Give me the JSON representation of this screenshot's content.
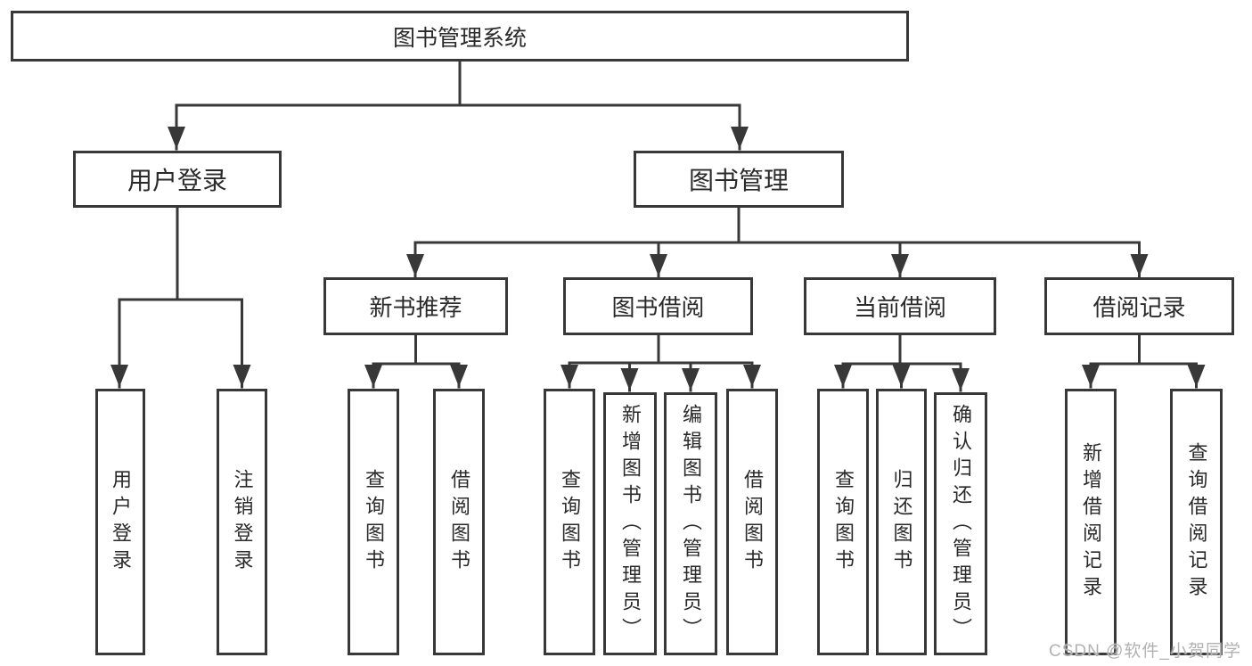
{
  "diagram": {
    "root": {
      "label": "图书管理系统"
    },
    "level2": [
      {
        "label": "用户登录"
      },
      {
        "label": "图书管理"
      }
    ],
    "level3": [
      {
        "label": "新书推荐"
      },
      {
        "label": "图书借阅"
      },
      {
        "label": "当前借阅"
      },
      {
        "label": "借阅记录"
      }
    ],
    "leafGroups": [
      {
        "leaves": [
          "用户登录",
          "注销登录"
        ]
      },
      {
        "leaves": [
          "查询图书",
          "借阅图书"
        ]
      },
      {
        "leaves": [
          "查询图书",
          "新增图书（管理员）",
          "编辑图书（管理员）",
          "借阅图书"
        ]
      },
      {
        "leaves": [
          "查询图书",
          "归还图书",
          "确认归还（管理员）"
        ]
      },
      {
        "leaves": [
          "新增借阅记录",
          "查询借阅记录"
        ]
      }
    ]
  },
  "watermark": {
    "text": "CSDN @软件_小贺同学"
  },
  "colors": {
    "line": "#383838",
    "text": "#2a2a2a",
    "watermark": "#b2b2b2",
    "background": "#ffffff"
  }
}
